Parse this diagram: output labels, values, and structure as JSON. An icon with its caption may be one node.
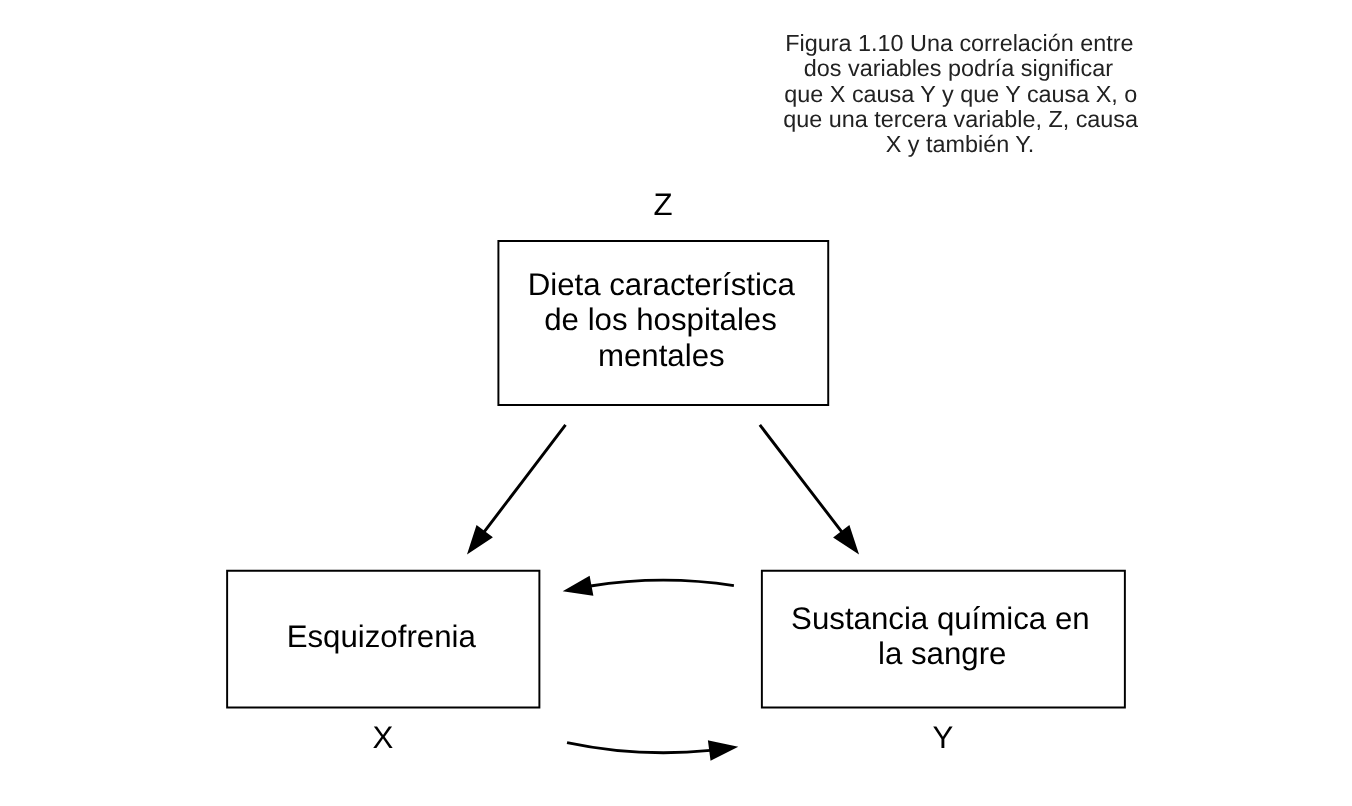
{
  "diagram": {
    "caption": "Figura 1.10 Una correlación entre dos variables podría significar que X causa Y y que Y causa X, o que una tercera variable, Z, causa X y también Y.",
    "nodes": [
      {
        "text": [
          "Dieta característica de los hospitales mentales"
        ],
        "beside": [
          "Z"
        ]
      },
      {
        "text": [
          "Esquizofrenia"
        ],
        "beside": [
          "X"
        ]
      },
      {
        "text": [
          "Sustancia química en la sangre"
        ],
        "beside": [
          "Y"
        ]
      }
    ],
    "edges": [
      {
        "from": 0,
        "to": 1,
        "arrow": "to"
      },
      {
        "from": 0,
        "to": 2,
        "arrow": "to"
      },
      {
        "from": 1,
        "to": 2,
        "arrow": "to"
      },
      {
        "from": 2,
        "to": 1,
        "arrow": "to"
      }
    ]
  }
}
